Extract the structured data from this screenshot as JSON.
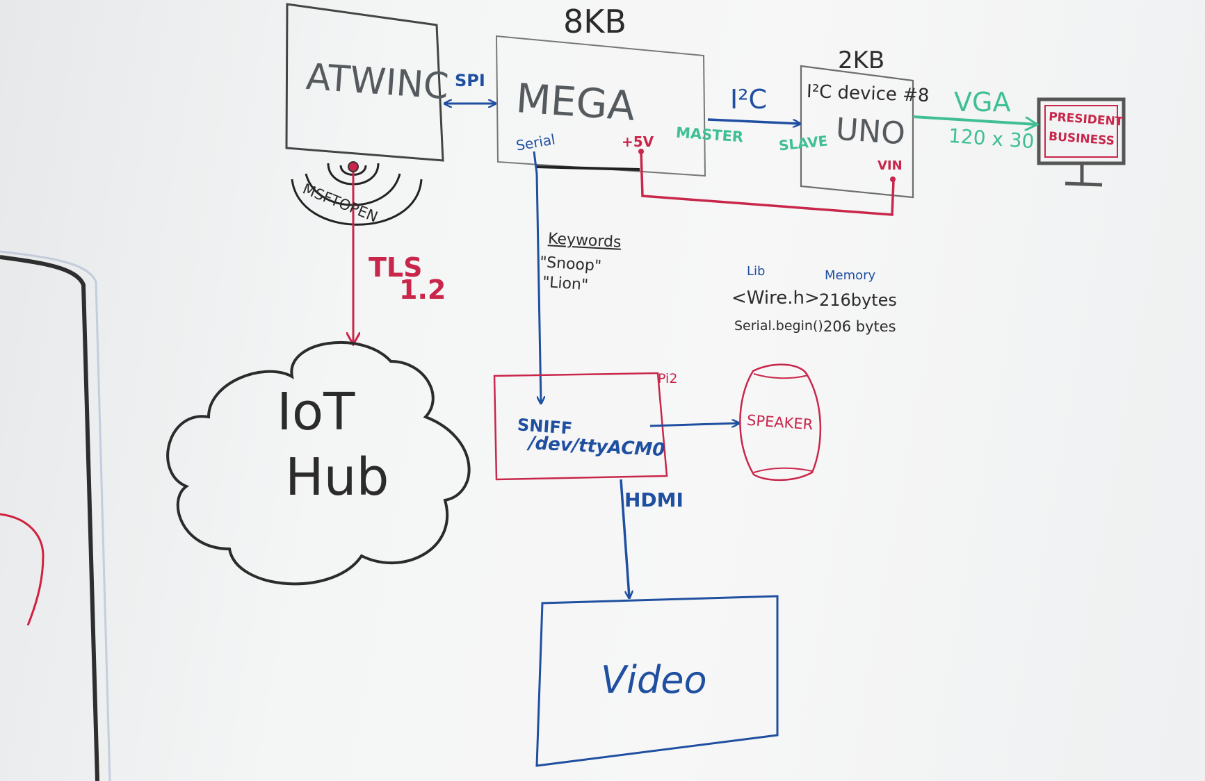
{
  "colors": {
    "black": "#2b2b2b",
    "gray": "#555a5e",
    "blue": "#1f4fa0",
    "red": "#c8264a",
    "green": "#3fbf93"
  },
  "nodes": {
    "atwinc": "ATWINC",
    "mega_memory": "8KB",
    "mega": "MEGA",
    "mega_serial": "Serial",
    "mega_5v": "+5V",
    "mega_master": "MASTER",
    "uno_memory": "2KB",
    "uno_device": "I²C device #8",
    "uno": "UNO",
    "uno_slave": "SLAVE",
    "uno_vin": "VIN",
    "monitor_line1": "PRESIDENT",
    "monitor_line2": "BUSINESS",
    "wifi_ssid": "MSFTOPEN",
    "cloud_line1": "IoT",
    "cloud_line2": "Hub",
    "pi_label": "Pi2",
    "pi_line1": "SNIFF",
    "pi_line2": "/dev/ttyACM0",
    "speaker": "SPEAKER",
    "video": "Video"
  },
  "connections": {
    "spi": "SPI",
    "i2c": "I²C",
    "vga": "VGA",
    "vga_res": "120 x 30",
    "tls_line1": "TLS",
    "tls_line2": "1.2",
    "hdmi": "HDMI"
  },
  "keywords": {
    "title": "Keywords",
    "items": [
      "\"Snoop\"",
      "\"Lion\""
    ]
  },
  "memory_table": {
    "headers": [
      "Lib",
      "Memory"
    ],
    "rows": [
      [
        "<Wire.h>",
        "216bytes"
      ],
      [
        "Serial.begin()",
        "206 bytes"
      ]
    ]
  }
}
